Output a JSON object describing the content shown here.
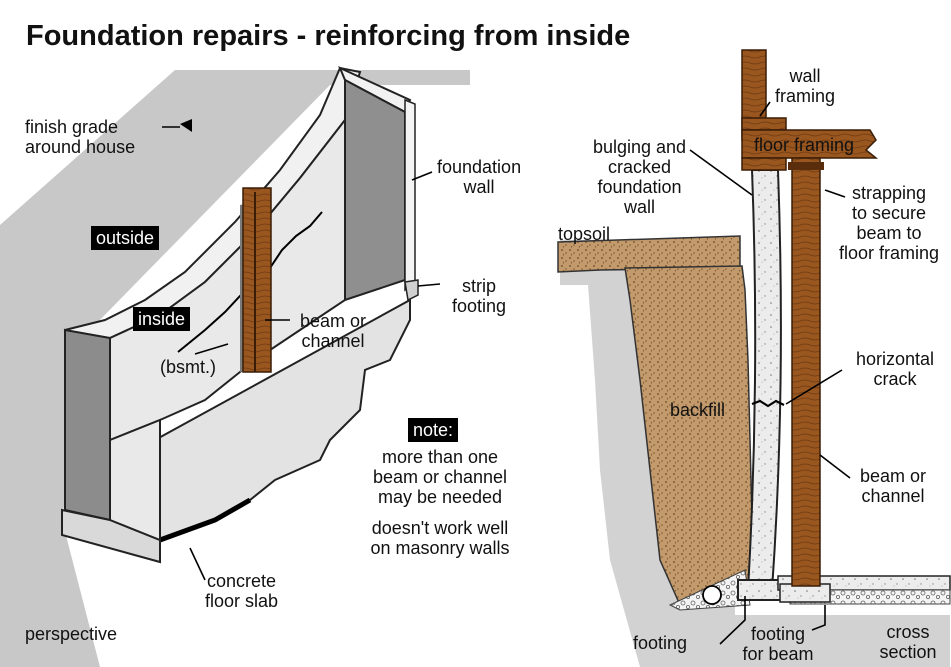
{
  "title": "Foundation repairs - reinforcing from inside",
  "perspective": {
    "finish_grade": "finish grade\naround house",
    "foundation_wall": "foundation\nwall",
    "outside": "outside",
    "inside": "inside",
    "strip_footing": "strip\nfooting",
    "beam": "beam or\nchannel",
    "bsmt": "(bsmt.)",
    "note_tag": "note:",
    "note1": "more than one\nbeam or channel\nmay be needed",
    "note2": "doesn't work well\non masonry walls",
    "slab": "concrete\nfloor slab",
    "view": "perspective"
  },
  "section": {
    "wall_framing": "wall\nframing",
    "floor_framing": "floor framing",
    "bulging": "bulging and\ncracked\nfoundation\nwall",
    "strapping": "strapping\nto secure\nbeam to\nfloor framing",
    "topsoil": "topsoil",
    "horizontal_crack": "horizontal\ncrack",
    "backfill": "backfill",
    "beam": "beam or\nchannel",
    "footing": "footing",
    "footing_beam": "footing\nfor beam",
    "view": "cross\nsection"
  },
  "colors": {
    "wood": "#8b4a1c",
    "backfill": "#c29a6c",
    "concrete": "#e4e4e4",
    "ground": "#c9c9c9"
  }
}
